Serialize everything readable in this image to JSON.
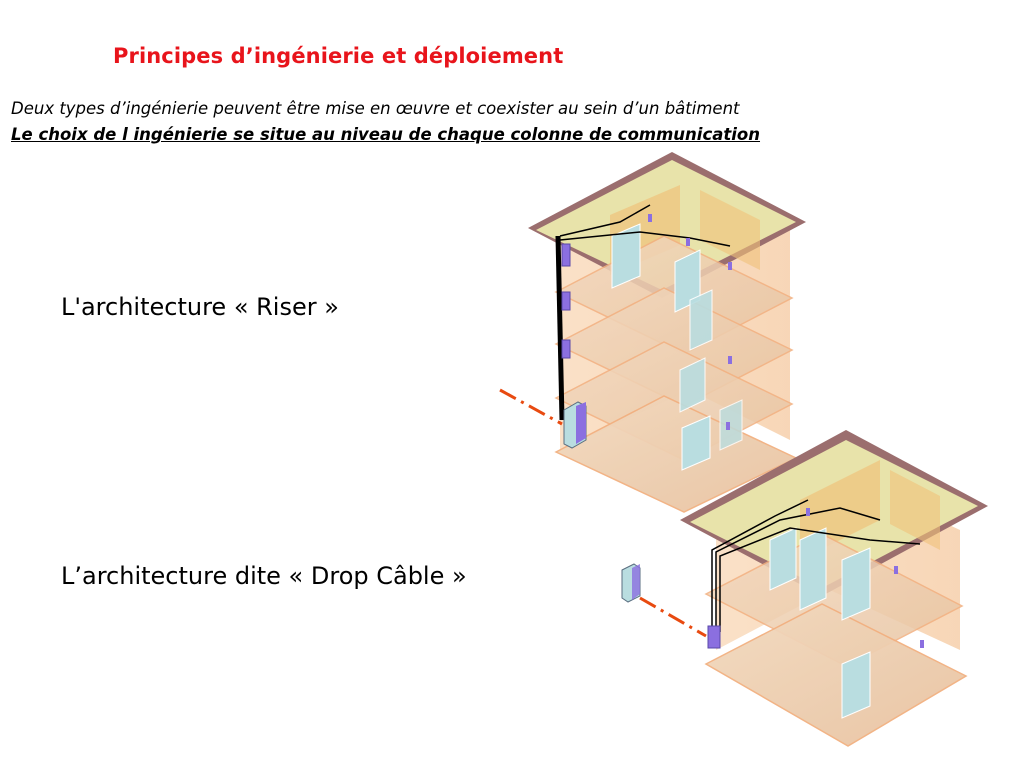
{
  "slide": {
    "title": "Principes d’ingénierie et déploiement",
    "intro_line1": "Deux types d’ingénierie peuvent être mise en œuvre  et coexister au sein d’un bâtiment",
    "intro_line2": "Le choix de l ingénierie se situe  au niveau de chaque colonne de communication",
    "riser_label": "L'architecture « Riser »",
    "drop_label": "L’architecture dite « Drop Câble »"
  },
  "colors": {
    "title": "#e8141b",
    "floor_slab": "#efcfb0",
    "roof": "#9b6e6e",
    "attic": "#f1f0b0",
    "partition": "#b9dde0",
    "equipment_box": "#8b6fe0",
    "entry_cable": "#e84a10"
  }
}
